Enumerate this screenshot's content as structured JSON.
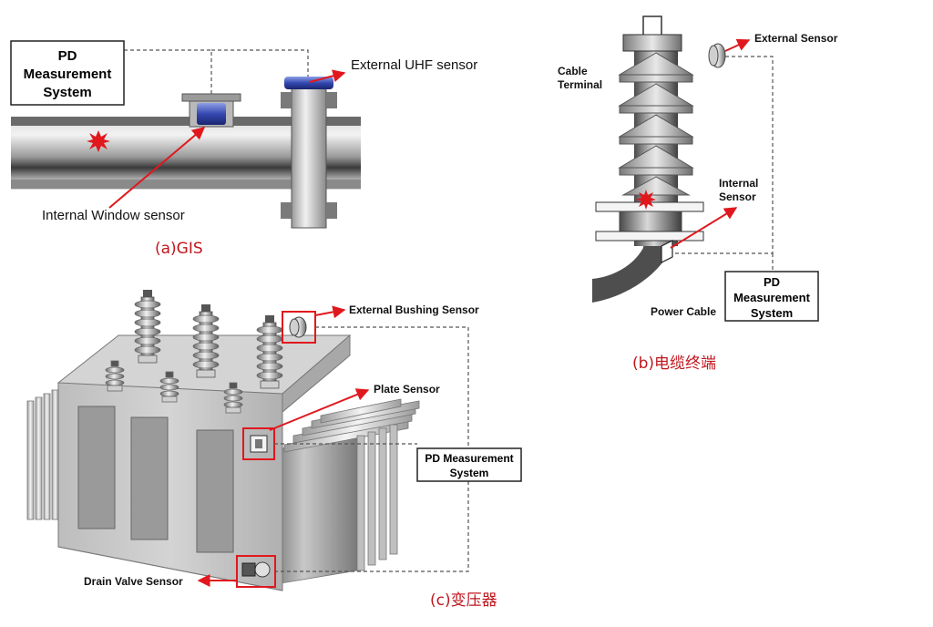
{
  "gis": {
    "pd_line1": "PD",
    "pd_line2": "Measurement",
    "pd_line3": "System",
    "external_uhf": "External UHF sensor",
    "internal_window": "Internal Window sensor",
    "caption": "(a)GIS"
  },
  "cable": {
    "external_sensor": "External Sensor",
    "terminal_line1": "Cable",
    "terminal_line2": "Terminal",
    "internal_line1": "Internal",
    "internal_line2": "Sensor",
    "power_cable": "Power Cable",
    "pd_line1": "PD",
    "pd_line2": "Measurement",
    "pd_line3": "System",
    "caption": "(b)电缆终端"
  },
  "transformer": {
    "external_bushing": "External Bushing Sensor",
    "plate_sensor": "Plate Sensor",
    "pd_line1": "PD Measurement",
    "pd_line2": "System",
    "drain_valve": "Drain Valve Sensor",
    "caption": "(c)变压器"
  },
  "colors": {
    "accent_red": "#e0181e",
    "sensor_blue": "#2a3a9c",
    "caption_red": "#c0161e"
  }
}
